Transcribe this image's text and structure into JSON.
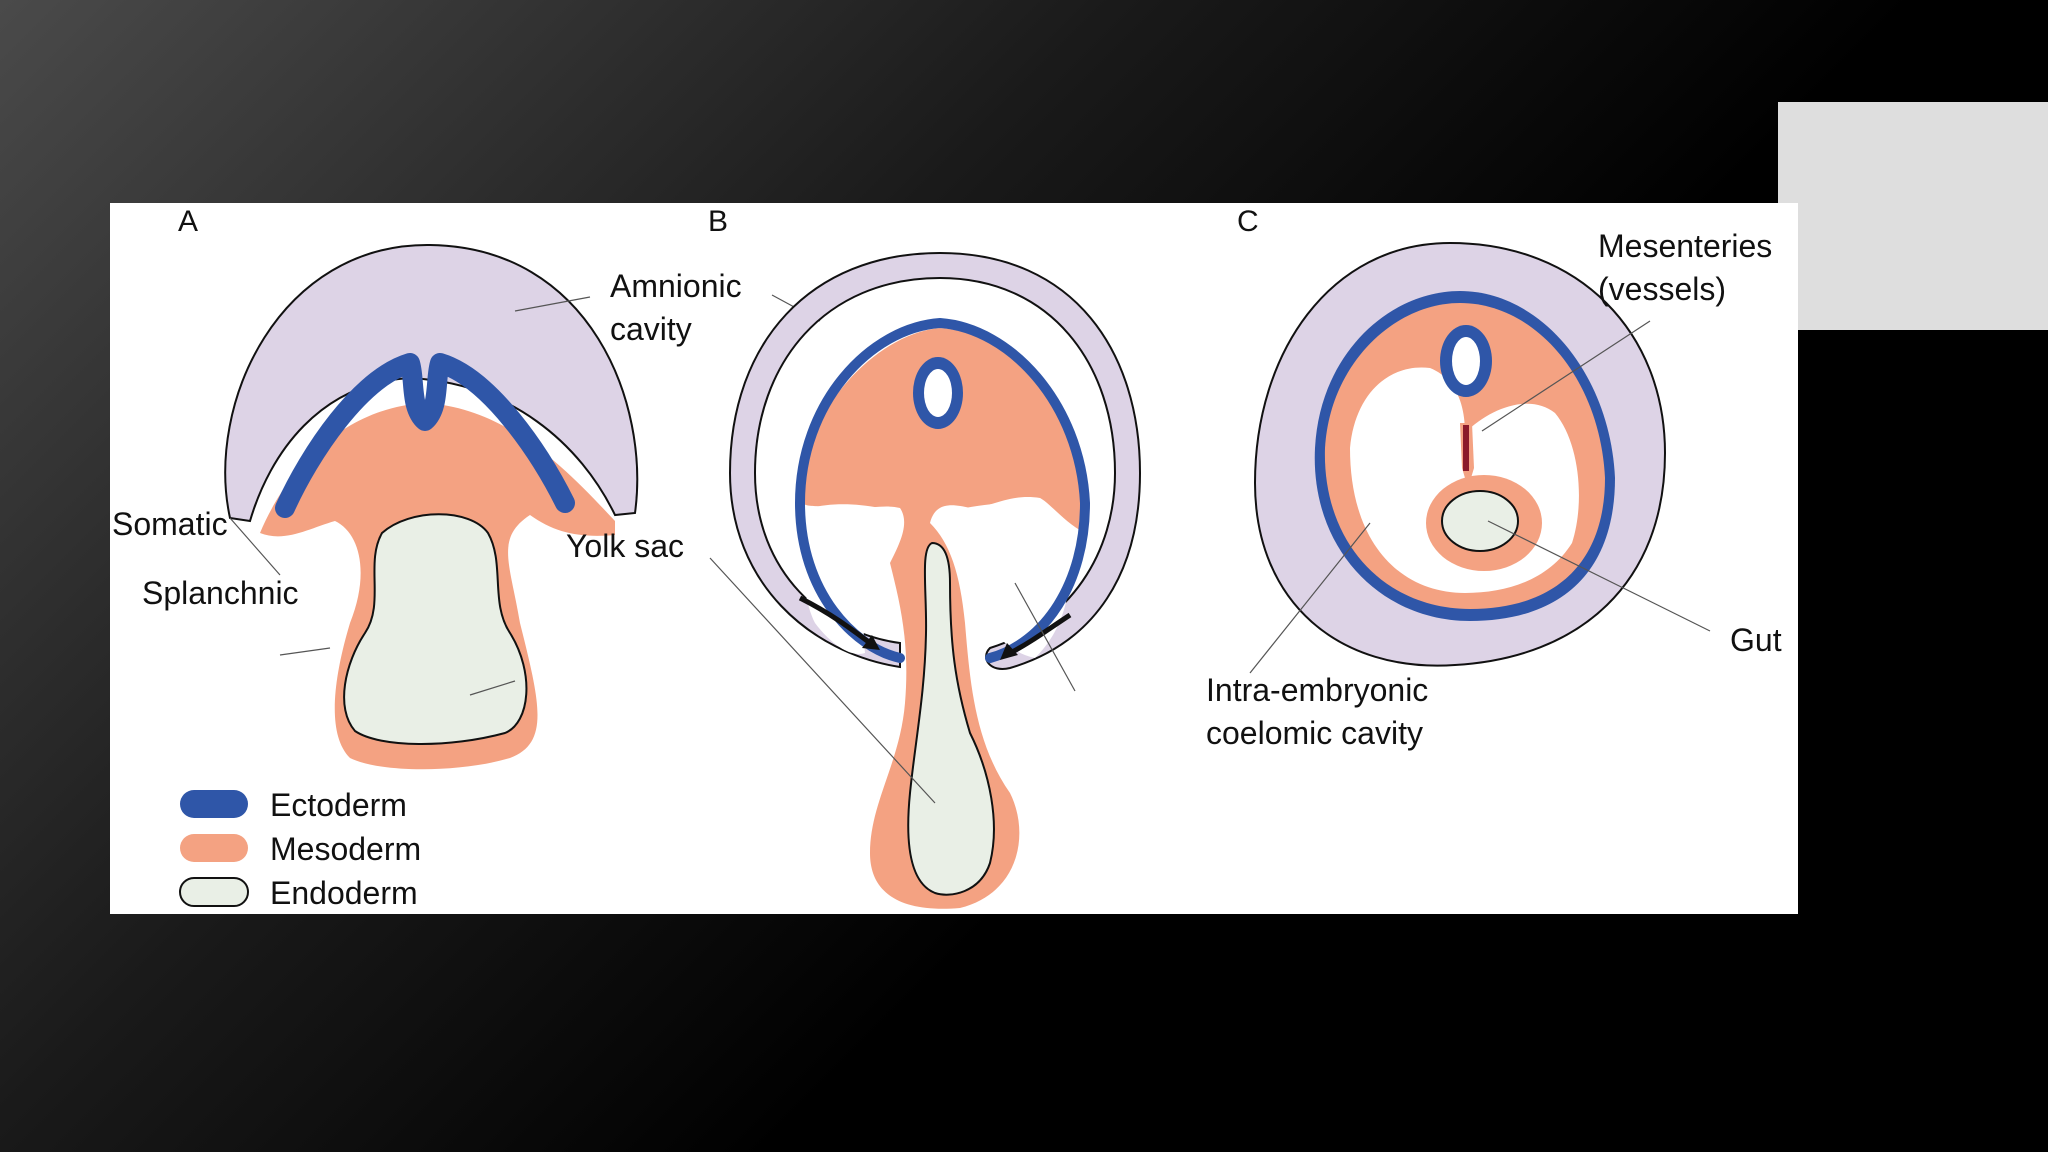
{
  "panels": {
    "a": {
      "letter": "A"
    },
    "b": {
      "letter": "B"
    },
    "c": {
      "letter": "C"
    }
  },
  "labels": {
    "amnionic_cavity_line1": "Amnionic",
    "amnionic_cavity_line2": "cavity",
    "somatic": "Somatic",
    "splanchnic": "Splanchnic",
    "yolk_sac": "Yolk sac",
    "mesenteries_line1": "Mesenteries",
    "mesenteries_line2": "(vessels)",
    "gut": "Gut",
    "coelom_line1": "Intra-embryonic",
    "coelom_line2": "coelomic cavity"
  },
  "legend": [
    {
      "label": "Ectoderm",
      "color": "#2f56a8"
    },
    {
      "label": "Mesoderm",
      "color": "#f4a282"
    },
    {
      "label": "Endoderm",
      "color": "#e9efe6"
    }
  ],
  "colors": {
    "amnion": "#ddd3e6",
    "ectoderm": "#2f56a8",
    "mesoderm": "#f4a282",
    "endoderm": "#e9efe6",
    "vessel": "#8b1a2a"
  }
}
